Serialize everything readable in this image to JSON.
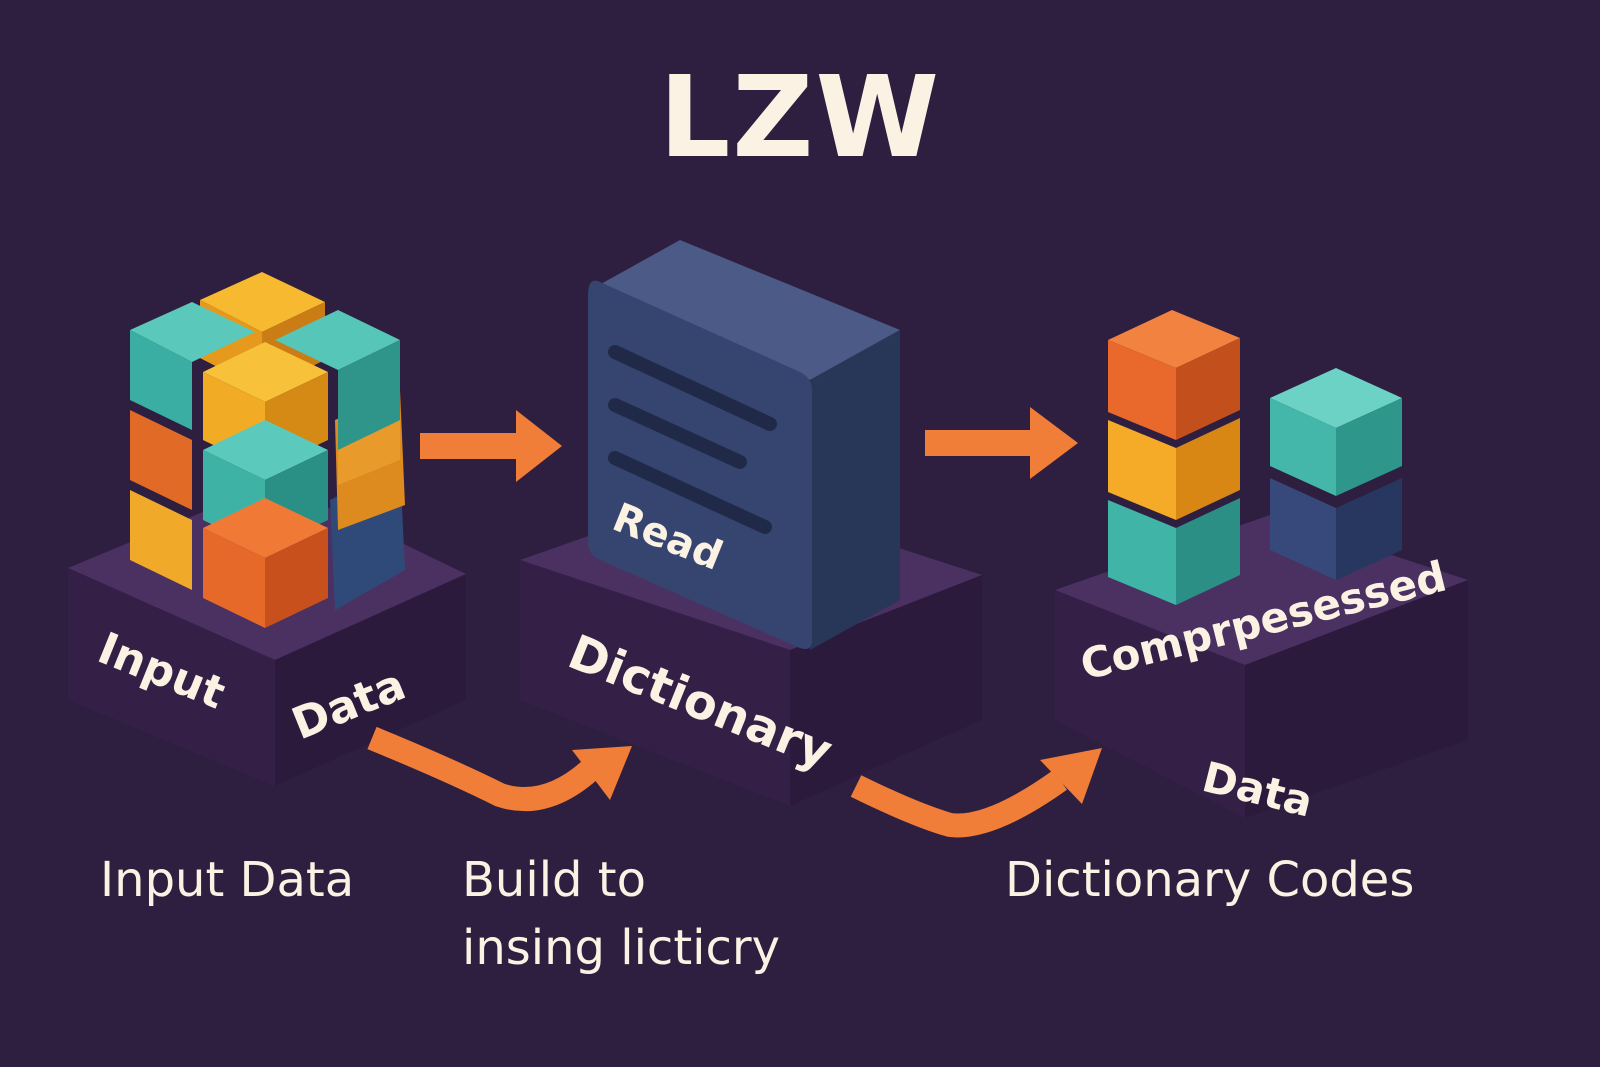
{
  "title": "LZW",
  "colors": {
    "background": "#2e1e3f",
    "text": "#fbf2e3",
    "arrow": "#f07d38",
    "teal": "#43b2a6",
    "yellow": "#f4a72a",
    "orange": "#e86a2a",
    "navy": "#33446d",
    "platform": "#3b2650"
  },
  "stages": {
    "input": {
      "platform_label_left": "Input",
      "platform_label_right": "Data",
      "icon": "cube-cluster-icon"
    },
    "dictionary": {
      "book_label": "Read",
      "platform_label": "Dictionary",
      "icon": "dictionary-book-icon"
    },
    "output": {
      "platform_label_line1": "Comprpesessed",
      "platform_label_line2": "Data",
      "icon": "cube-stacks-icon"
    }
  },
  "captions": {
    "input": "Input Data",
    "build_line1": "Build to",
    "build_line2": "insing licticry",
    "codes": "Dictionary Codes"
  }
}
